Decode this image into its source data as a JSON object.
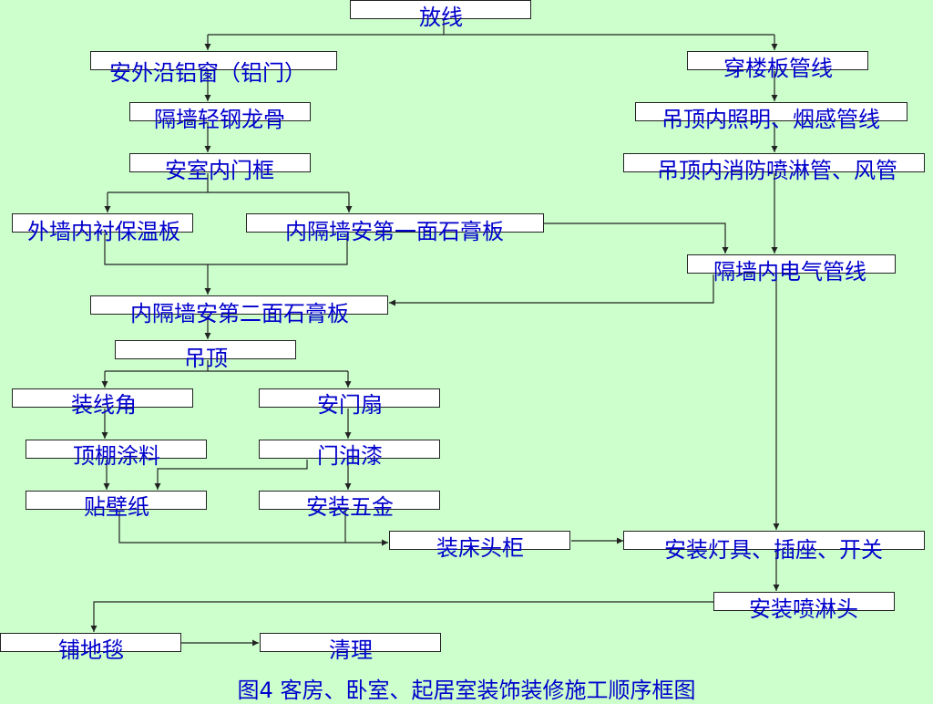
{
  "nodes": {
    "fangxian": "放线",
    "wai_yan_lv_chuang": "安外沿铝窗（铝门）",
    "chuan_lou_ban": "穿楼板管线",
    "ge_qiang_qing_gang": "隔墙轻钢龙骨",
    "diao_ding_zhao_ming": "吊顶内照明、烟感管线",
    "an_shi_nei_men_kuang": "安室内门框",
    "diao_ding_xiao_fang": "吊顶内消防喷淋管、风管",
    "wai_qiang_bao_wen": "外墙内衬保温板",
    "nei_ge_qiang_di_yi": "内隔墙安第一面石膏板",
    "ge_qiang_dian_qi": "隔墙内电气管线",
    "nei_ge_qiang_di_er": "内隔墙安第二面石膏板",
    "diao_ding": "吊顶",
    "zhuang_xian_jiao": "装线角",
    "an_men_shan": "安门扇",
    "ding_peng_tu_liao": "顶棚涂料",
    "men_you_qi": "门油漆",
    "tie_bi_zhi": "贴壁纸",
    "an_zhuang_wu_jin": "安装五金",
    "zhuang_chuang_tou_gui": "装床头柜",
    "an_zhuang_deng_ju": "安装灯具、插座、开关",
    "an_zhuang_pen_lin_tou": "安装喷淋头",
    "pu_di_tan": "铺地毯",
    "qing_li": "清理"
  },
  "caption": "图4   客房、卧室、起居室装饰装修施工顺序框图",
  "colors": {
    "background": "#ccffcc",
    "box_fill": "#ffffff",
    "text": "#0000cc",
    "line": "#222222"
  }
}
